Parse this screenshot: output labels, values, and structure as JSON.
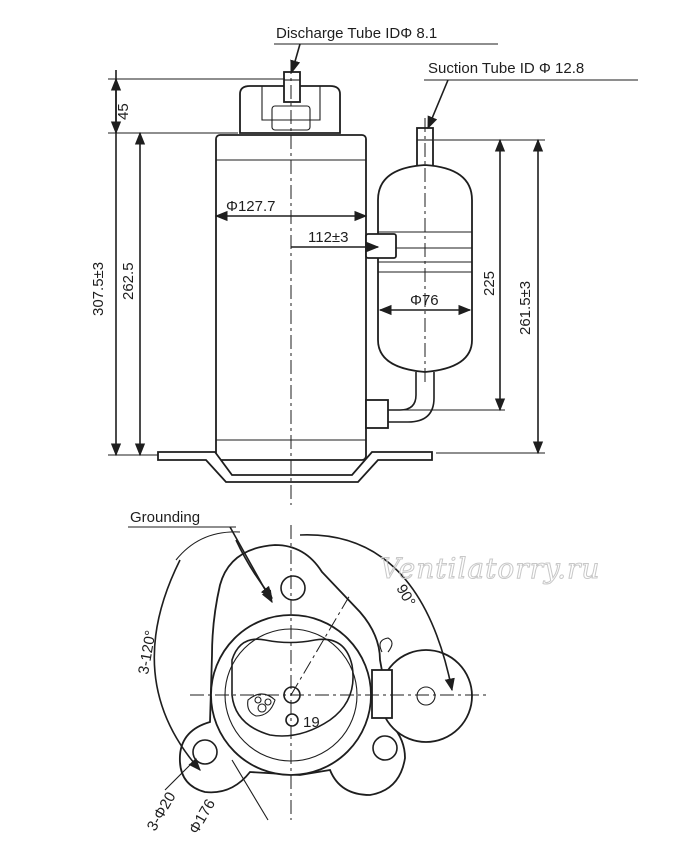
{
  "labels": {
    "discharge": "Discharge Tube IDΦ 8.1",
    "suction": "Suction Tube ID Φ 12.8",
    "dim_45": "45",
    "dim_307": "307.5±3",
    "dim_262": "262.5",
    "dim_127": "Φ127.7",
    "dim_112": "112±3",
    "dim_76": "Φ76",
    "dim_225": "225",
    "dim_261": "261.5±3",
    "grounding": "Grounding",
    "angle_120": "3-120°",
    "angle_90": "90°",
    "dim_19": "19",
    "dim_20": "3-Φ20",
    "dim_176": "Φ176"
  },
  "watermark": "Ventilatorry.ru"
}
